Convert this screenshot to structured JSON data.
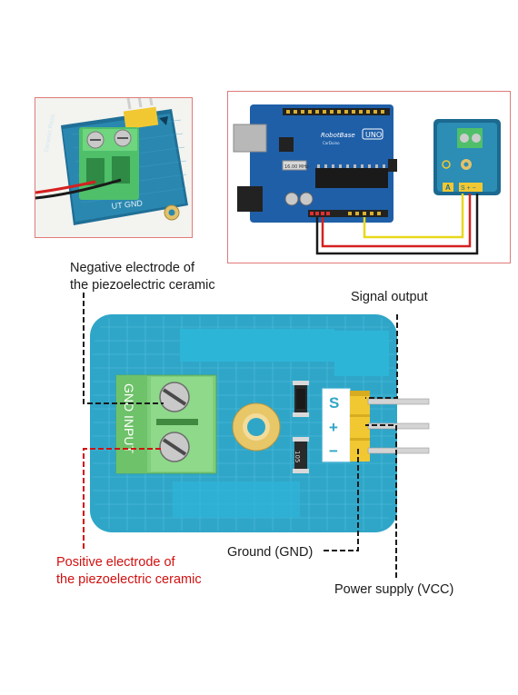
{
  "labels": {
    "negative_electrode": [
      "Negative electrode of",
      "the piezoelectric ceramic"
    ],
    "positive_electrode": [
      "Positive electrode of",
      "the piezoelectric ceramic"
    ],
    "signal_output": "Signal output",
    "ground": "Ground (GND)",
    "power_supply": "Power supply (VCC)"
  },
  "board": {
    "terminal_text": "GND INPUT",
    "pin_s": "S",
    "pin_plus": "+",
    "pin_minus": "−",
    "resistor_code": "105"
  },
  "photo_left": {
    "terminal_text": "UT  GND"
  },
  "arduino": {
    "brand": "RobotBase",
    "sub": "CarDuino",
    "model": "UNO",
    "crystal": "16.00 MHz"
  },
  "sensor_module": {
    "letter": "A",
    "pins": "S + −"
  },
  "colors": {
    "board_blue": "#2fa6c8",
    "terminal_green": "#7fcf7a",
    "header_yellow": "#f2c832",
    "label_red": "#d21010",
    "wire_red": "#d62020",
    "wire_yellow": "#e8d81a",
    "wire_black": "#1a1a1a",
    "arduino_blue": "#1f5fa8"
  }
}
